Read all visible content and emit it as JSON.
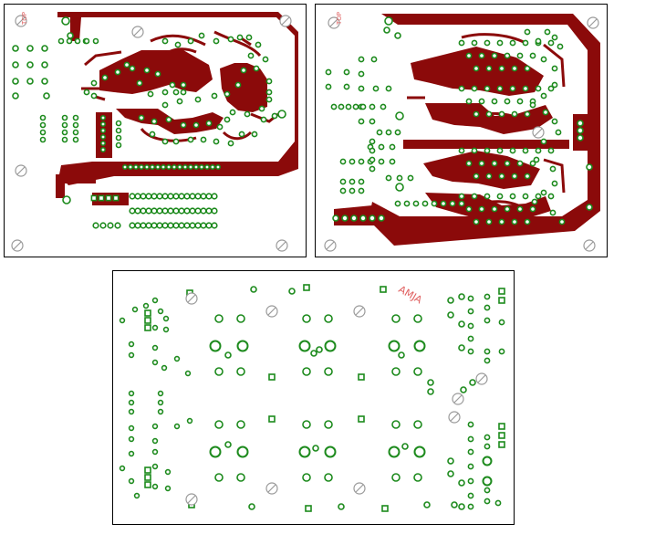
{
  "colors": {
    "copper": "#8b0a0a",
    "pad": "#1c8a1c",
    "hole": "#9a9a9a",
    "mark": "#e06060",
    "border": "#000000",
    "background": "#ffffff"
  },
  "panels": [
    {
      "id": "board-left",
      "label": "TOP"
    },
    {
      "id": "board-right",
      "label": "TOP"
    },
    {
      "id": "board-bottom",
      "label": "AMJA"
    }
  ]
}
